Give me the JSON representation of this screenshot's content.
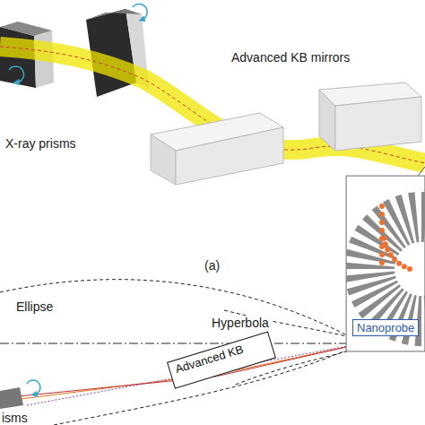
{
  "diagram": {
    "nodes": [
      {
        "text": [
          "Advanced KB"
        ]
      },
      {
        "text": [
          "Nanoprobe"
        ]
      }
    ],
    "labels": [
      "X-ray prisms",
      "Advanced KB mirrors",
      "(a)",
      "Ellipse",
      "Hyperbola",
      "isms"
    ]
  }
}
